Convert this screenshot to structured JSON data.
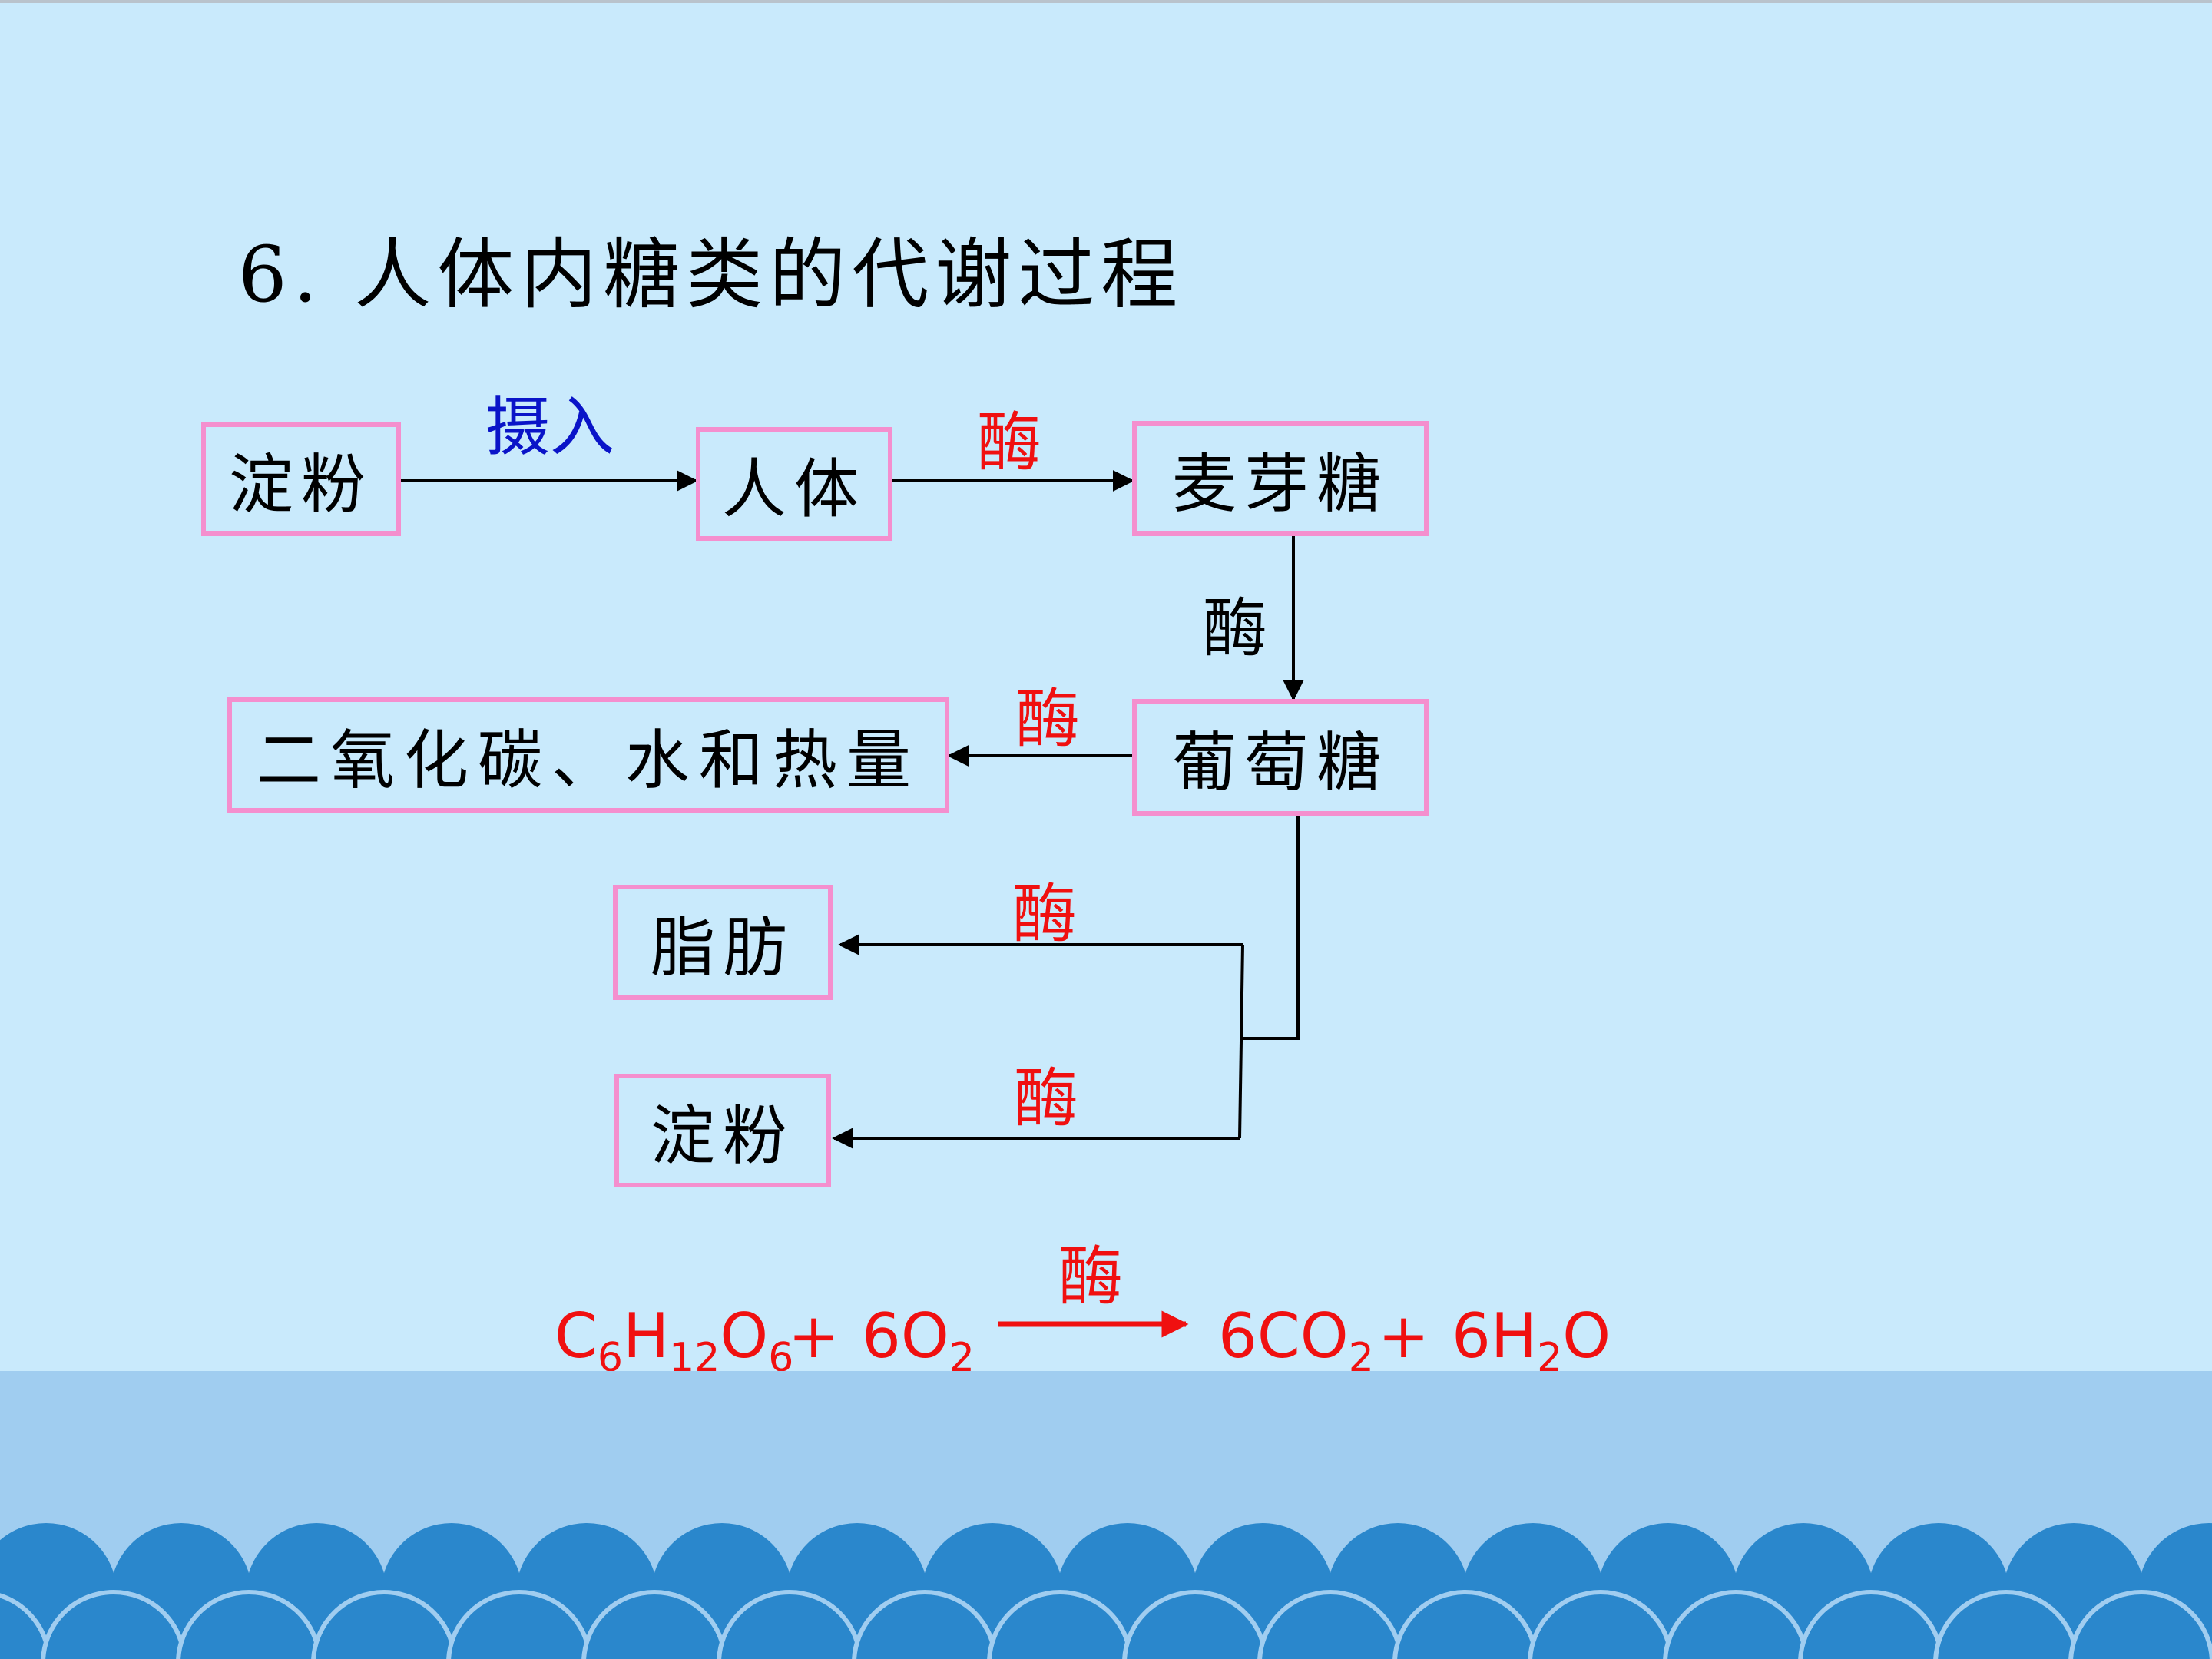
{
  "title": "6. 人体内糖类的代谢过程",
  "nodes": {
    "starch_top": "淀粉",
    "body": "人体",
    "maltose": "麦芽糖",
    "glucose": "葡萄糖",
    "co2_water_heat": "二氧化碳、水和热量",
    "fat": "脂肪",
    "starch_bottom": "淀粉"
  },
  "edges": {
    "ingest": "摄入",
    "enzyme_1": "酶",
    "enzyme_2": "酶",
    "enzyme_3": "酶",
    "enzyme_4": "酶",
    "enzyme_5": "酶"
  },
  "equation": {
    "reactant_1": {
      "c": "C",
      "c_sub": "6",
      "h": "H",
      "h_sub": "12",
      "o": "O",
      "o_sub": "6"
    },
    "plus_1": "+",
    "reactant_2": {
      "coef": "6",
      "o": "O",
      "o_sub": "2"
    },
    "catalyst": "酶",
    "product_1": {
      "coef": "6",
      "co": "CO",
      "o_sub": "2"
    },
    "plus_2": "+",
    "product_2": {
      "coef": "6",
      "h": "H",
      "h_sub": "2",
      "o": "O"
    }
  },
  "colors": {
    "background": "#c9eafc",
    "box_border": "#f48fce",
    "enzyme_label": "#f01010",
    "ingest_label": "#0a14c8",
    "sea_band": "#a0cdf0",
    "wave": "#2a87cc"
  }
}
